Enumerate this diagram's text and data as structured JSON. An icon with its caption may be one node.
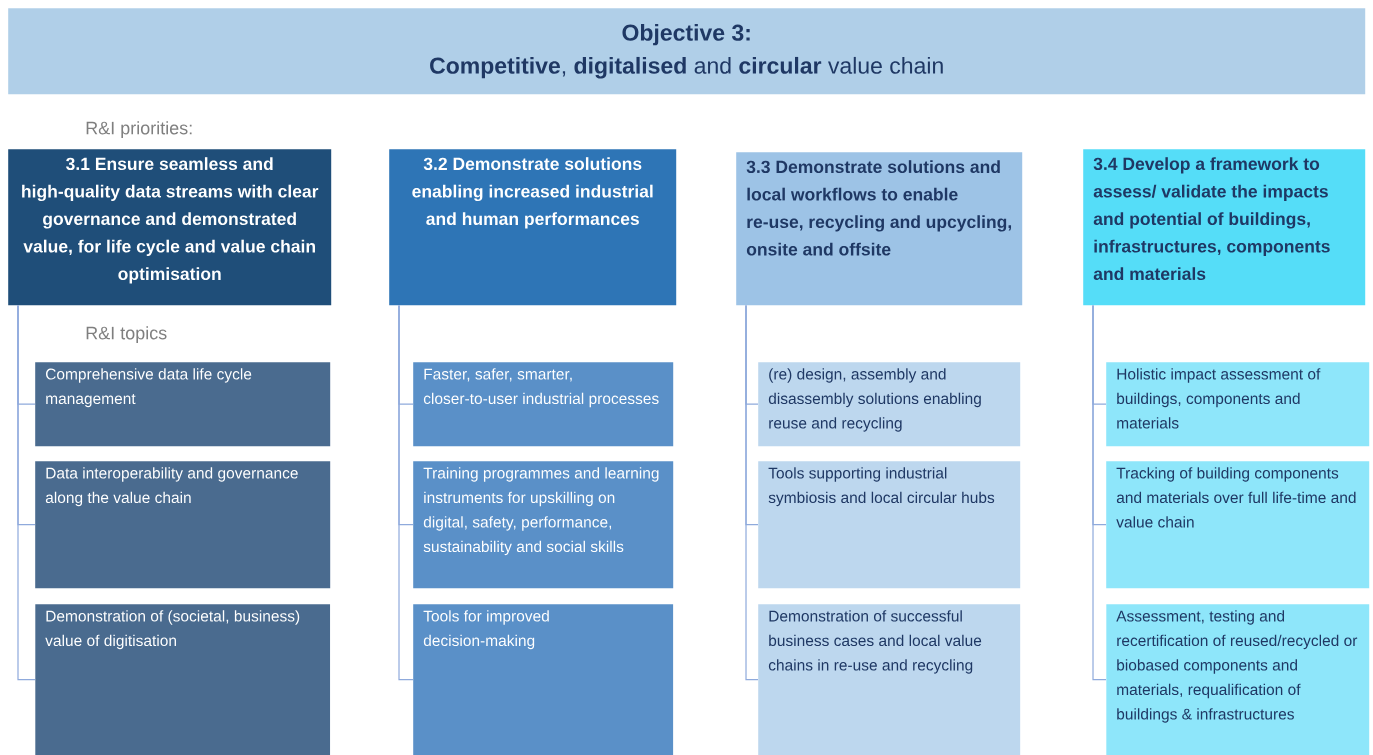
{
  "diagram": {
    "nodes": [
      {
        "text": [
          "Objective 3:",
          "**Competitive**, **digitalised** and **circular** value chain"
        ]
      },
      {
        "text": [
          "3.1 Ensure seamless and high-quality data streams with clear governance and demonstrated value, for life cycle and value chain optimisation"
        ]
      },
      {
        "text": [
          "Comprehensive data life cycle management"
        ]
      },
      {
        "text": [
          "Data interoperability and governance along the value chain"
        ]
      },
      {
        "text": [
          "Demonstration of (societal, business) value of digitisation"
        ]
      },
      {
        "text": [
          "3.2 Demonstrate solutions enabling increased industrial and human performances"
        ]
      },
      {
        "text": [
          "Faster, safer, smarter, closer-to-user industrial processes"
        ]
      },
      {
        "text": [
          "Training programmes and learning instruments for upskilling on digital, safety, performance, sustainability and social skills"
        ]
      },
      {
        "text": [
          "Tools for improved decision-making"
        ]
      },
      {
        "text": [
          "3.3 Demonstrate solutions and local workflows to enable re-use, recycling and upcycling, onsite and offsite"
        ]
      },
      {
        "text": [
          "(re) design, assembly and disassembly solutions enabling reuse and recycling"
        ]
      },
      {
        "text": [
          "Tools supporting industrial symbiosis and local circular hubs"
        ]
      },
      {
        "text": [
          "Demonstration of successful business cases and local value chains in re-use and recycling"
        ]
      },
      {
        "text": [
          "3.4 Develop a framework to assess/ validate the impacts and potential of buildings, infrastructures, components and materials"
        ]
      },
      {
        "text": [
          "Holistic impact assessment of buildings, components and materials"
        ]
      },
      {
        "text": [
          "Tracking of building components and materials over full life-time and value chain"
        ]
      },
      {
        "text": [
          "Assessment, testing and recertification of reused/recycled or biobased components and materials, requalification of buildings & infrastructures"
        ]
      }
    ],
    "edges": [
      {
        "from": 1,
        "to": 2,
        "arrow": "none"
      },
      {
        "from": 1,
        "to": 3,
        "arrow": "none"
      },
      {
        "from": 1,
        "to": 4,
        "arrow": "none"
      },
      {
        "from": 5,
        "to": 6,
        "arrow": "none"
      },
      {
        "from": 5,
        "to": 7,
        "arrow": "none"
      },
      {
        "from": 5,
        "to": 8,
        "arrow": "none"
      },
      {
        "from": 9,
        "to": 10,
        "arrow": "none"
      },
      {
        "from": 9,
        "to": 11,
        "arrow": "none"
      },
      {
        "from": 9,
        "to": 12,
        "arrow": "none"
      },
      {
        "from": 13,
        "to": 14,
        "arrow": "none"
      },
      {
        "from": 13,
        "to": 15,
        "arrow": "none"
      },
      {
        "from": 13,
        "to": 16,
        "arrow": "none"
      }
    ],
    "labels": [
      "R&I priorities:",
      "R&I topics"
    ]
  }
}
